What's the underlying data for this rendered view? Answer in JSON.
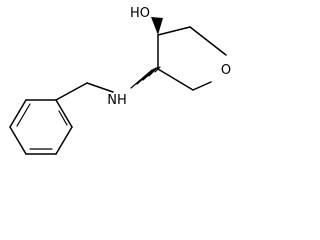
{
  "molecule": {
    "atoms": {
      "hydroxyl": "HO",
      "ring_oxygen": "O",
      "amine": "NH"
    }
  }
}
